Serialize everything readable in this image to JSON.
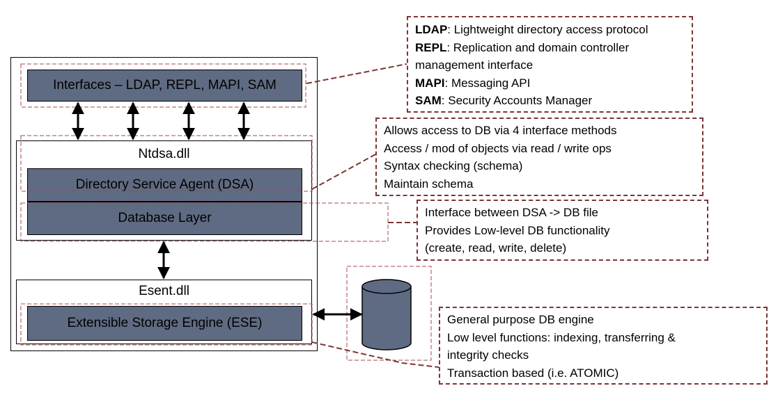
{
  "diagram": {
    "interfaces_box": "Interfaces – LDAP, REPL, MAPI, SAM",
    "ntdsa_title": "Ntdsa.dll",
    "dsa_box": "Directory Service Agent (DSA)",
    "db_layer_box": "Database Layer",
    "esent_title": "Esent.dll",
    "ese_box": "Extensible Storage Engine (ESE)"
  },
  "callouts": {
    "interfaces": [
      {
        "term": "LDAP",
        "text": ": Lightweight directory access protocol"
      },
      {
        "term": "REPL",
        "text": ": Replication and domain controller"
      },
      {
        "term": "",
        "text": "management interface"
      },
      {
        "term": "MAPI",
        "text": ": Messaging API"
      },
      {
        "term": "SAM",
        "text": ": Security Accounts Manager"
      }
    ],
    "dsa": [
      "Allows access to DB via 4 interface methods",
      "Access / mod of objects via read / write ops",
      "Syntax checking (schema)",
      "Maintain schema"
    ],
    "db_layer": [
      "Interface between DSA -> DB file",
      "Provides Low-level DB functionality",
      "(create, read, write, delete)"
    ],
    "ese": [
      "General purpose DB engine",
      "Low level functions: indexing, transferring &",
      "integrity checks",
      "Transaction based (i.e. ATOMIC)"
    ]
  },
  "colors": {
    "box_fill": "#5f6b82",
    "callout_border": "#7a3533",
    "cylinder_fill": "#5f6b82"
  }
}
